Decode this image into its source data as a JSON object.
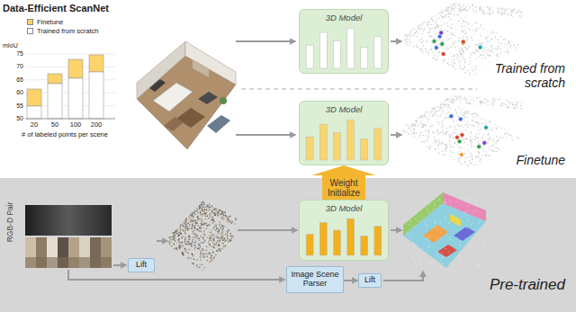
{
  "diagram": {
    "nodes": [
      {
        "text": [
          "3D Model"
        ]
      },
      {
        "text": [
          "3D Model"
        ]
      },
      {
        "text": [
          "Pre-trained"
        ]
      },
      {
        "text": [
          "Lift"
        ],
        "in": 2
      },
      {
        "text": [
          "3D Model"
        ],
        "in": 2
      },
      {
        "text": [
          "Image Scene Parser"
        ],
        "in": 2
      },
      {
        "text": [
          "Lift"
        ],
        "in": 2
      }
    ],
    "edges": [
      {
        "from": 4,
        "to": 1,
        "arrow": "to",
        "label": "Weight Initialize"
      },
      {
        "from": 5,
        "to": 6,
        "arrow": "to"
      }
    ],
    "labels": [
      "Data-Efficient ScanNet",
      "mIoU",
      "75",
      "70",
      "65",
      "60",
      "55",
      "50",
      "20",
      "50",
      "100",
      "200",
      "# of labeled points per scene",
      "Trained from scratch",
      "Finetune",
      "RGB-D Pair"
    ],
    "legend": [
      {
        "text": "Finetune",
        "color": "#fbd36b"
      },
      {
        "text": "Trained from scratch",
        "color": "#ffffff"
      }
    ]
  }
}
